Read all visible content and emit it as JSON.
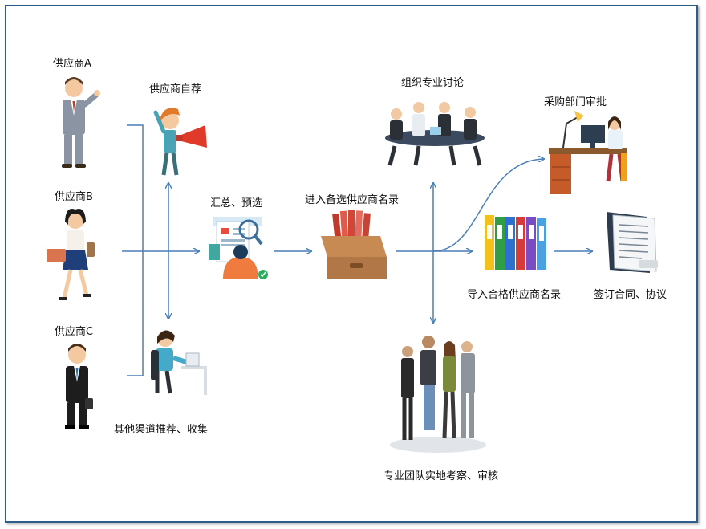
{
  "labels": {
    "supplier_a": "供应商A",
    "supplier_b": "供应商B",
    "supplier_c": "供应商C",
    "self_recommend": "供应商自荐",
    "other_channels": "其他渠道推荐、收集",
    "summary": "汇总、预选",
    "candidate_list": "进入备选供应商名录",
    "discussion": "组织专业讨论",
    "inspection": "专业团队实地考察、审核",
    "approval": "采购部门审批",
    "qualified_list": "导入合格供应商名录",
    "contract": "签订合同、协议"
  },
  "colors": {
    "frame": "#2f5d8a",
    "arrow": "#4a7fb8"
  }
}
